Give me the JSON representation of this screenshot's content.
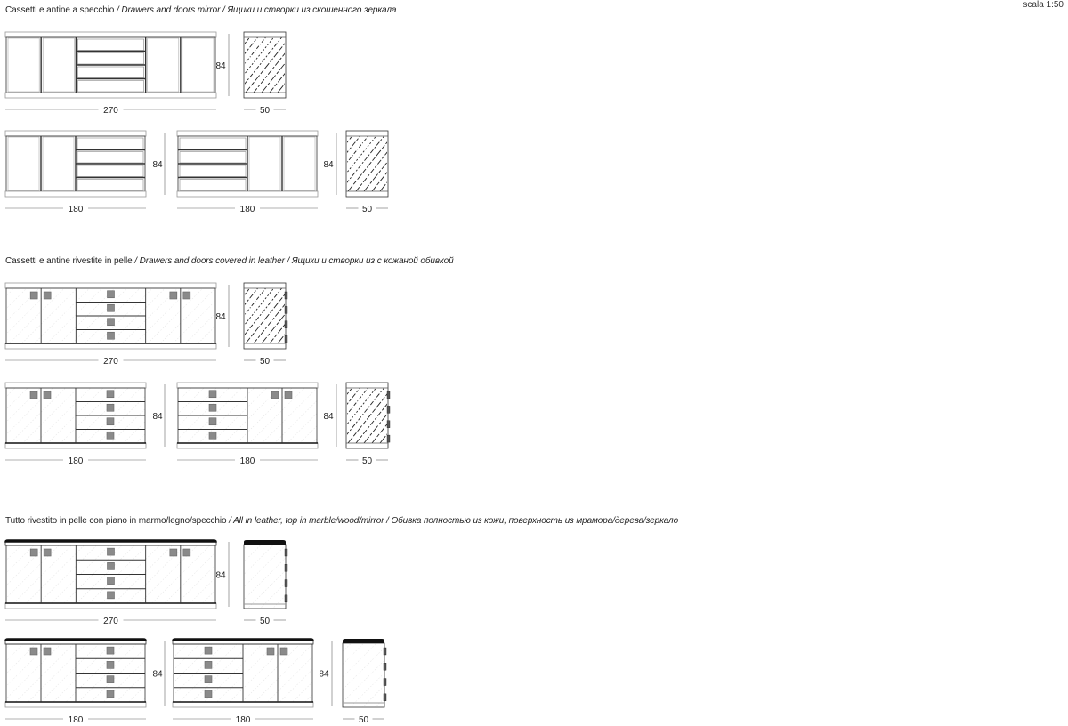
{
  "scale_label": "scala 1:50",
  "sections": [
    {
      "id": "mirror",
      "heading_it": "Cassetti e antine a specchio",
      "heading_en": "Drawers and doors mirror",
      "heading_ru": "Ящики и створки из скошенного зеркала",
      "finish": "mirror",
      "rows": [
        {
          "items": [
            {
              "type": "front",
              "width_label": "270",
              "layout": [
                "door",
                "door",
                "drawers",
                "door",
                "door"
              ]
            },
            {
              "type": "side",
              "width_label": "50",
              "height_label": "84"
            }
          ]
        },
        {
          "items": [
            {
              "type": "front",
              "width_label": "180",
              "layout": [
                "door",
                "door",
                "drawers"
              ]
            },
            {
              "type": "front",
              "width_label": "180",
              "height_label": "84",
              "layout": [
                "drawers",
                "door",
                "door"
              ]
            },
            {
              "type": "side",
              "width_label": "50",
              "height_label": "84"
            }
          ]
        }
      ]
    },
    {
      "id": "leather",
      "heading_it": "Cassetti e antine rivestite in pelle",
      "heading_en": "Drawers and doors covered in leather",
      "heading_ru": "Ящики и створки из с кожаной обивкой",
      "finish": "leather",
      "rows": [
        {
          "items": [
            {
              "type": "front",
              "width_label": "270",
              "layout": [
                "door",
                "door",
                "drawers",
                "door",
                "door"
              ]
            },
            {
              "type": "side",
              "width_label": "50",
              "height_label": "84"
            }
          ]
        },
        {
          "items": [
            {
              "type": "front",
              "width_label": "180",
              "layout": [
                "door",
                "door",
                "drawers"
              ]
            },
            {
              "type": "front",
              "width_label": "180",
              "height_label": "84",
              "layout": [
                "drawers",
                "door",
                "door"
              ]
            },
            {
              "type": "side",
              "width_label": "50",
              "height_label": "84"
            }
          ]
        }
      ]
    },
    {
      "id": "all-leather",
      "heading_it": "Tutto rivestito in pelle con piano in marmo/legno/specchio",
      "heading_en": "All in leather, top in marble/wood/mirror",
      "heading_ru": "Обивка полностью из кожи, поверхность из мрамора/дерева/зеркало",
      "finish": "all-leather",
      "rows": [
        {
          "items": [
            {
              "type": "front",
              "width_label": "270",
              "layout": [
                "door",
                "door",
                "drawers",
                "door",
                "door"
              ]
            },
            {
              "type": "side",
              "width_label": "50",
              "height_label": "84"
            }
          ]
        },
        {
          "items": [
            {
              "type": "front",
              "width_label": "180",
              "layout": [
                "door",
                "door",
                "drawers"
              ]
            },
            {
              "type": "front",
              "width_label": "180",
              "height_label": "84",
              "layout": [
                "drawers",
                "door",
                "door"
              ]
            },
            {
              "type": "side",
              "width_label": "50",
              "height_label": "84"
            }
          ]
        }
      ]
    }
  ],
  "colors": {
    "line": "#333333",
    "light_line": "#999999",
    "handle": "#8a8a8a",
    "hatch": "#222222",
    "texture": "#c8c8c8",
    "top_dark": "#111111"
  }
}
